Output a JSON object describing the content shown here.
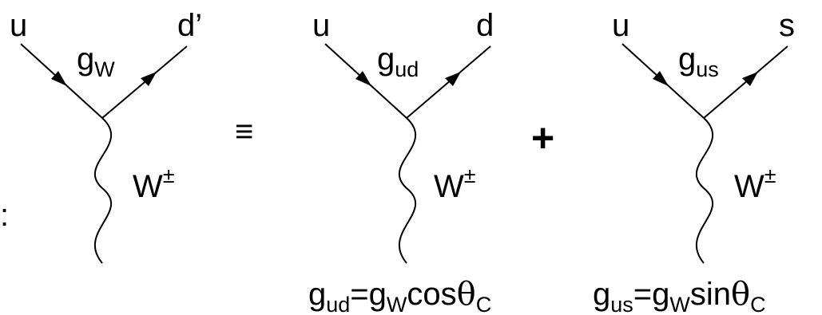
{
  "diagram": {
    "colon": ":",
    "equiv": "≡",
    "plus": "+",
    "vertices": [
      {
        "in_quark": "u",
        "out_quark": "d’",
        "coupling_base": "g",
        "coupling_sub": "W",
        "boson_base": "W",
        "boson_sup": "±"
      },
      {
        "in_quark": "u",
        "out_quark": "d",
        "coupling_base": "g",
        "coupling_sub": "ud",
        "boson_base": "W",
        "boson_sup": "±"
      },
      {
        "in_quark": "u",
        "out_quark": "s",
        "coupling_base": "g",
        "coupling_sub": "us",
        "boson_base": "W",
        "boson_sup": "±"
      }
    ],
    "relations": [
      {
        "lhs_base": "g",
        "lhs_sub": "ud",
        "eq": "=",
        "rhs_base": "g",
        "rhs_sub": "W",
        "func": "cos",
        "theta": "θ",
        "theta_sub": "C"
      },
      {
        "lhs_base": "g",
        "lhs_sub": "us",
        "eq": "=",
        "rhs_base": "g",
        "rhs_sub": "W",
        "func": "sin",
        "theta": "θ",
        "theta_sub": "C"
      }
    ]
  }
}
